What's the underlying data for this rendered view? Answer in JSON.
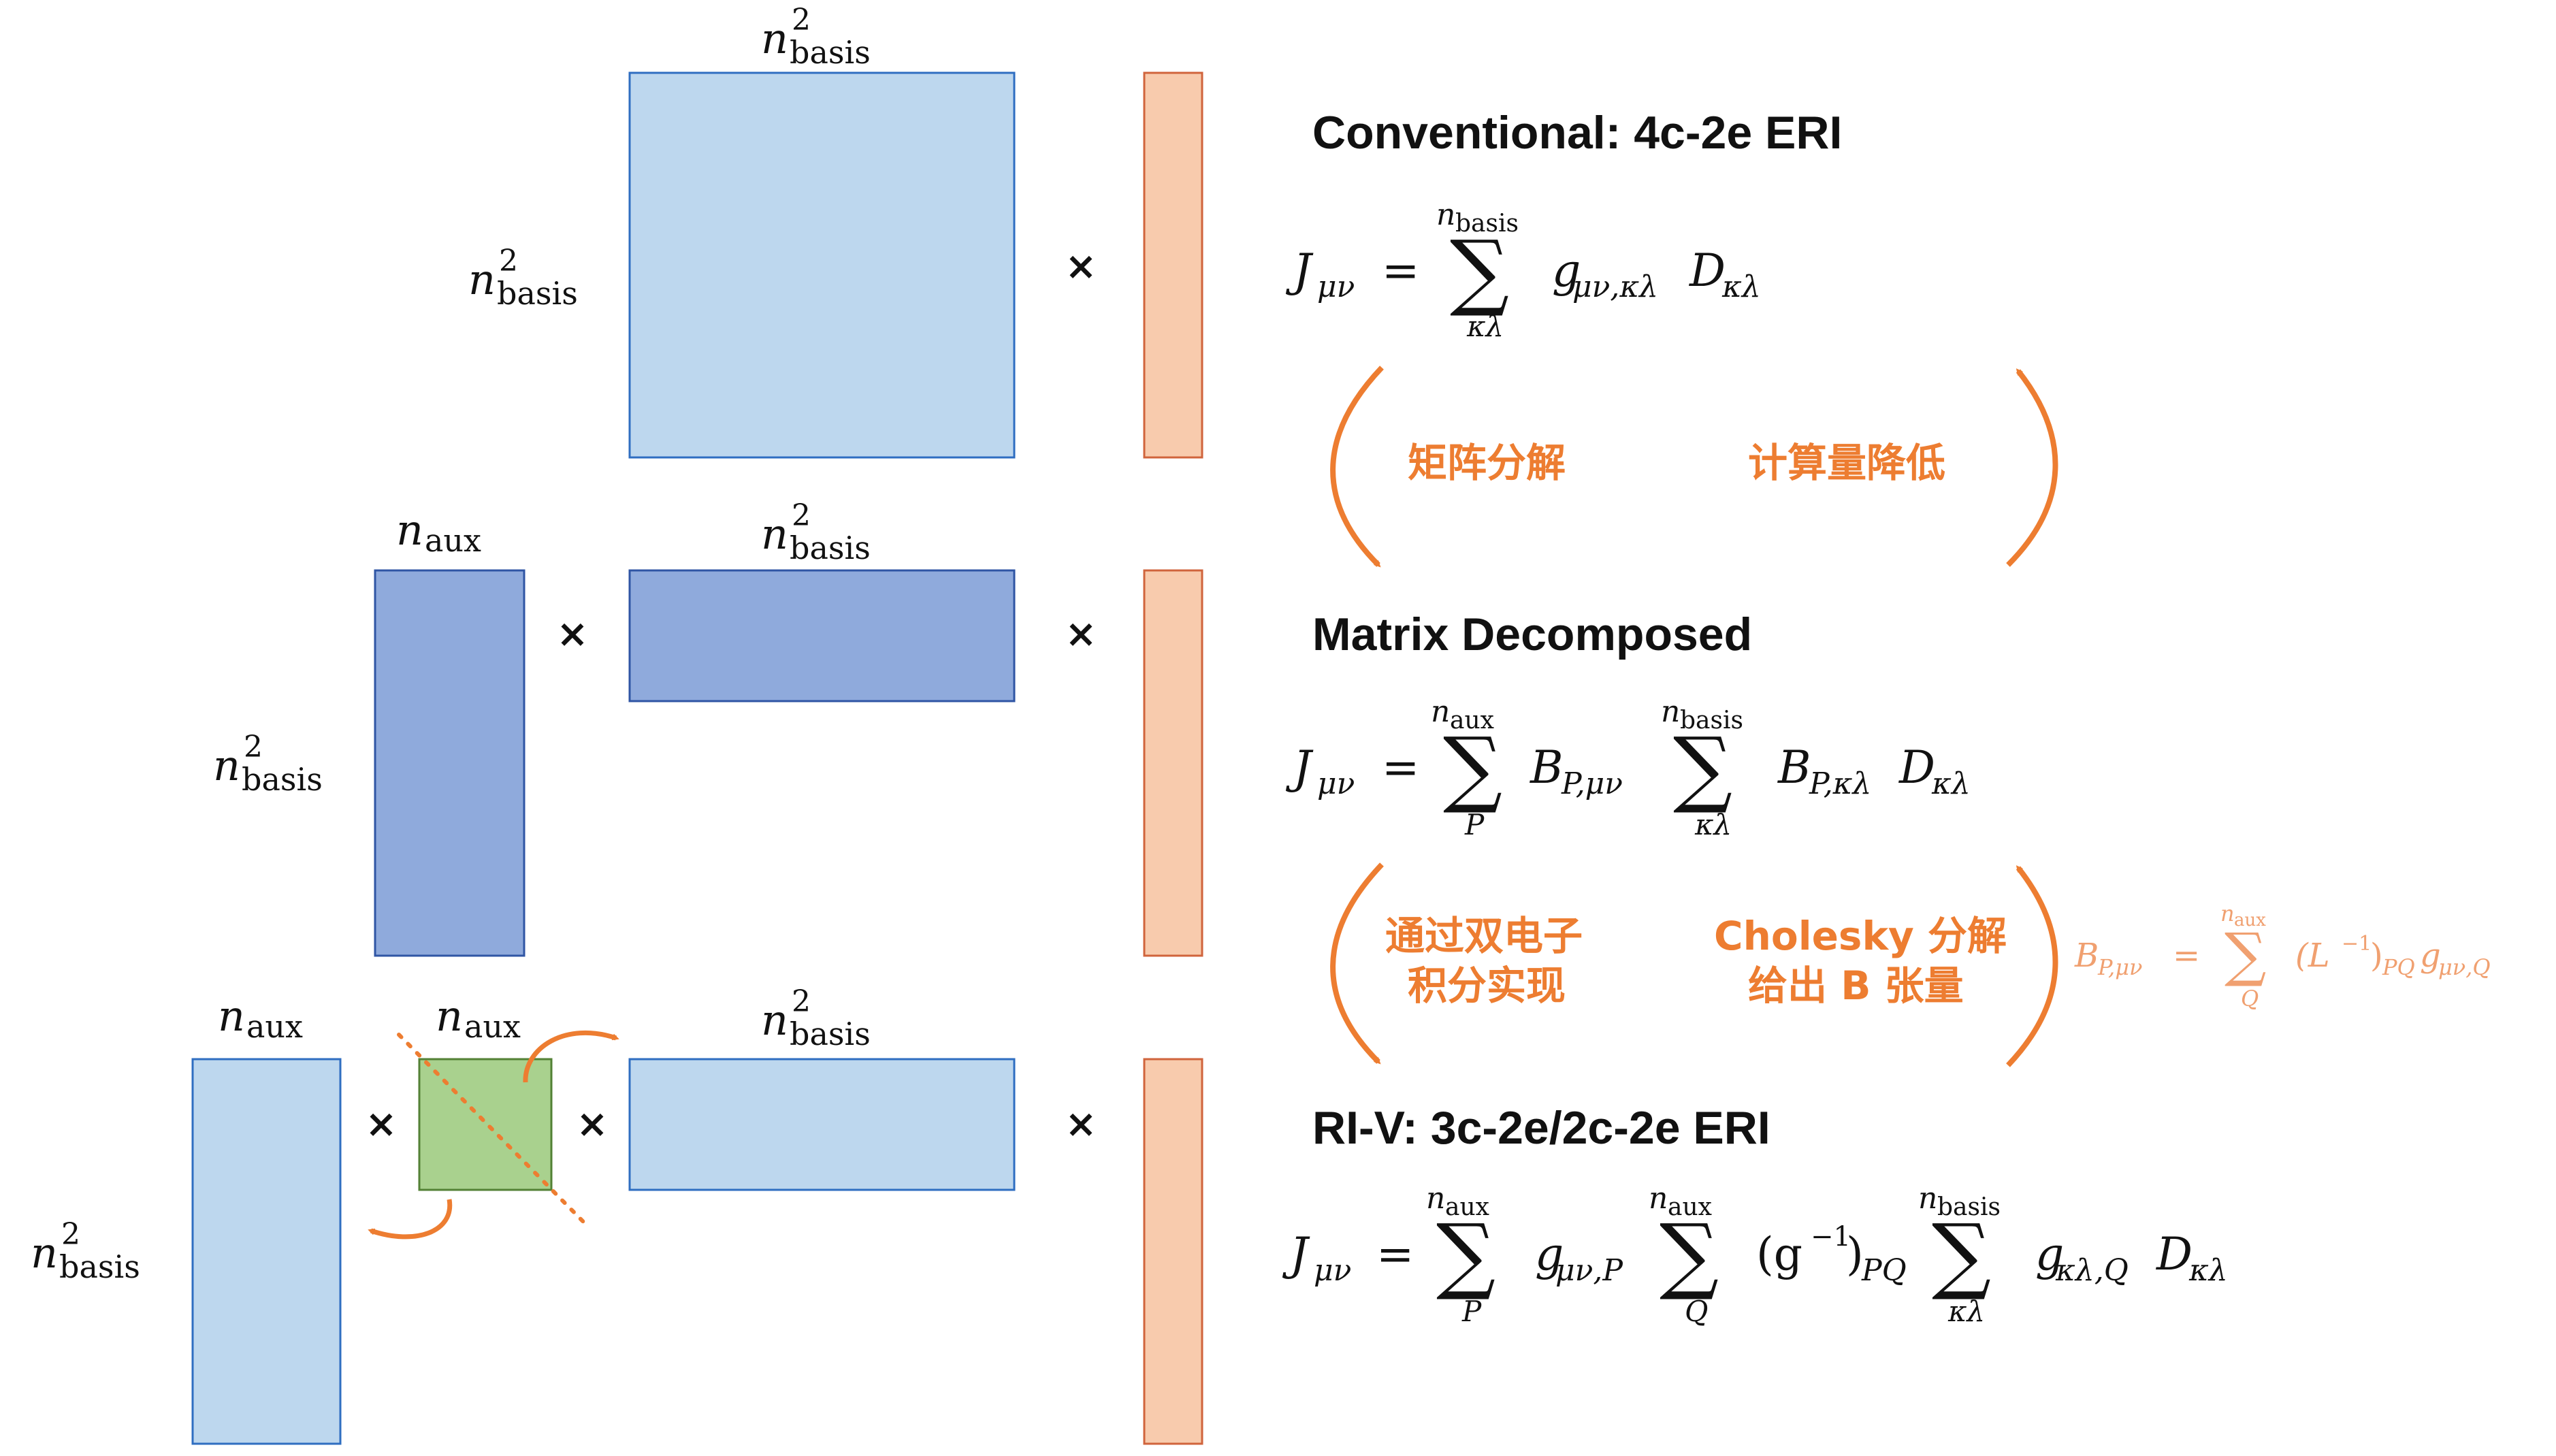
{
  "colors": {
    "light_blue": "#BDD7EE",
    "light_blue_stroke": "#2F6EC1",
    "mid_blue": "#8FAADC",
    "mid_blue_stroke": "#2F55A4",
    "green": "#A9D18E",
    "green_stroke": "#538135",
    "salmon": "#F8CBAD",
    "salmon_stroke": "#D0643C",
    "orange": "#ED7D31",
    "orange_light": "#F0A070"
  },
  "symbols": {
    "times": "×",
    "n": "n",
    "basis": "basis",
    "aux": "aux",
    "sq": "2"
  },
  "sections": {
    "conventional": {
      "title": "Conventional: 4c-2e ERI"
    },
    "decomposed": {
      "title": "Matrix Decomposed"
    },
    "riv": {
      "title": "RI-V: 3c-2e/2c-2e ERI"
    }
  },
  "equations": {
    "J": "J",
    "mu_nu": "μν",
    "equals": "=",
    "sum": "∑",
    "kappa_lambda": "κλ",
    "P": "P",
    "Q": "Q",
    "g": "g",
    "D": "D",
    "B": "B",
    "sub_mu_nu_kappa_lambda": "μν,κλ",
    "sub_P_mu_nu": "P,μν",
    "sub_P_kappa_lambda": "P,κλ",
    "sub_mu_nu_P": "μν,P",
    "sub_kappa_lambda_Q": "κλ,Q",
    "g_inv": "(g",
    "neg1": "−1",
    "close_PQ": ")",
    "PQ": "PQ",
    "cholesky_B": "B",
    "cholesky_L": "(L",
    "sub_mu_nu_Q": "μν,Q"
  },
  "annotations": {
    "matrix_decompose": "矩阵分解",
    "cost_reduce": "计算量降低",
    "two_electron_line1": "通过双电子",
    "two_electron_line2": "积分实现",
    "cholesky_line1": "Cholesky 分解",
    "cholesky_line2": "给出 B 张量"
  }
}
